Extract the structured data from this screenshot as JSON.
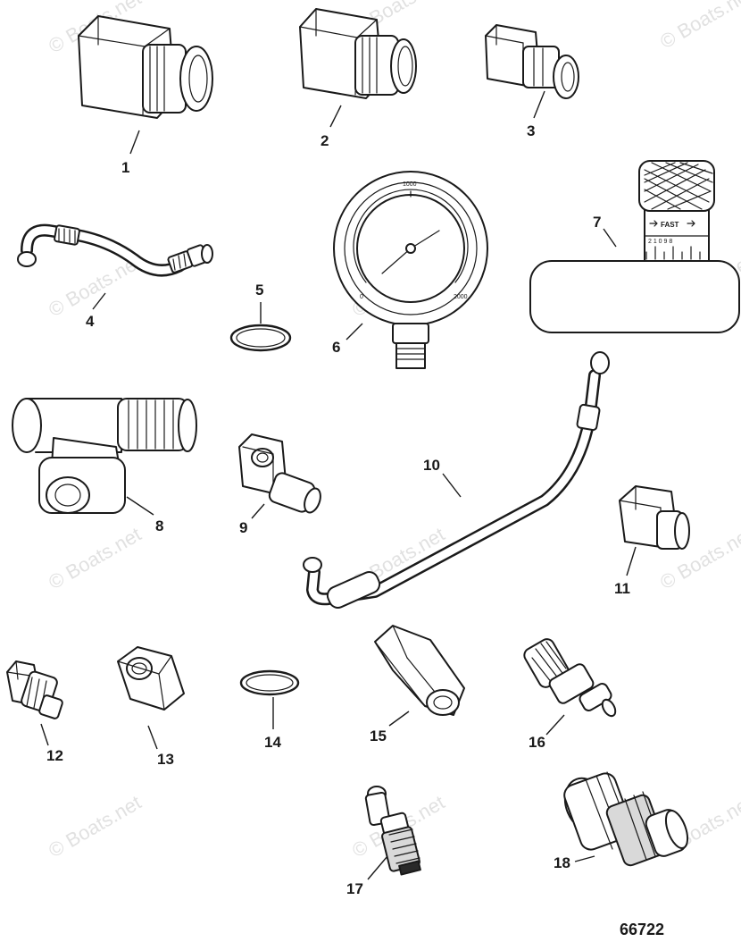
{
  "watermark": "© Boats.net",
  "document_number": "66722",
  "gauge": {
    "scale_top": "1000",
    "scale_left": "0",
    "scale_right": "2000"
  },
  "adjuster": {
    "fast_label": "FAST",
    "scale_digits": "2 1 0 9 8"
  },
  "callouts": [
    "1",
    "2",
    "3",
    "4",
    "5",
    "6",
    "7",
    "8",
    "9",
    "10",
    "11",
    "12",
    "13",
    "14",
    "15",
    "16",
    "17",
    "18"
  ]
}
